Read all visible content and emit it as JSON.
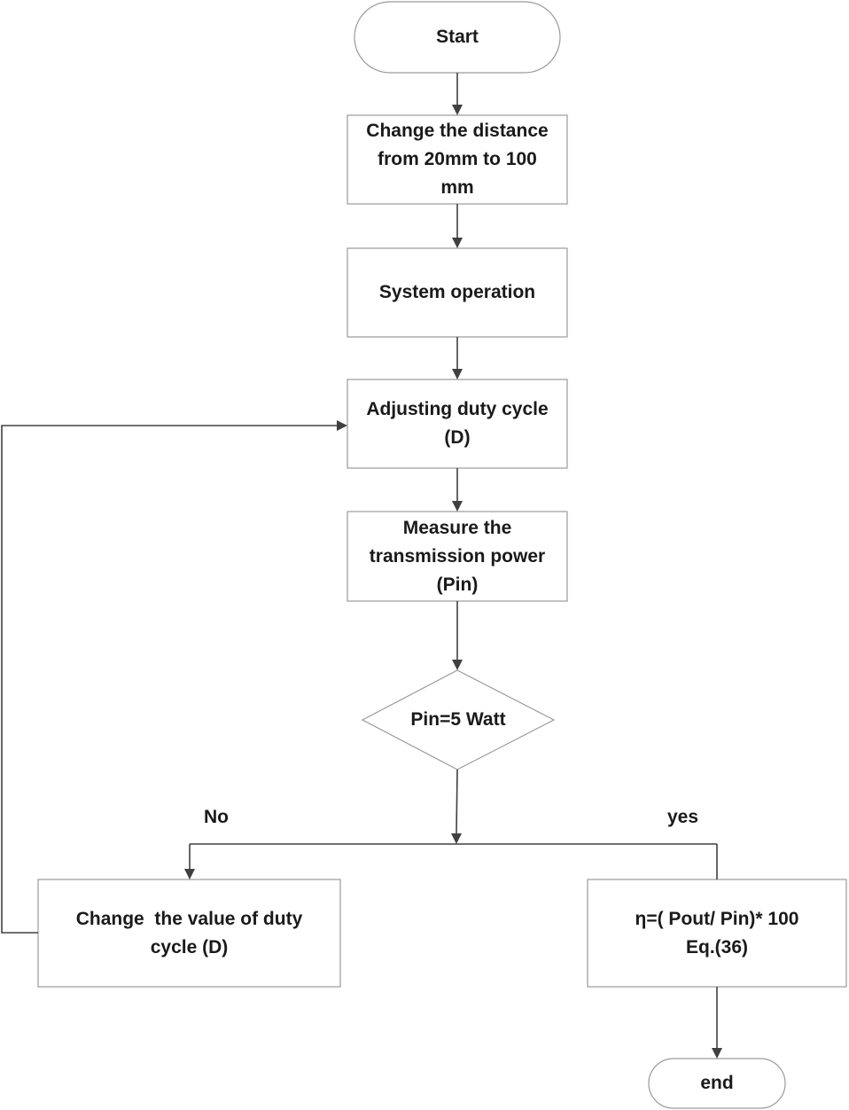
{
  "flowchart": {
    "start": "Start",
    "step_distance": "Change the distance from 20mm to 100 mm",
    "step_operation": "System operation",
    "step_adjust": "Adjusting duty cycle (D)",
    "step_measure": "Measure the transmission power (Pin)",
    "decision": "Pin=5 Watt",
    "branch_no": "No",
    "branch_yes": "yes",
    "step_change_duty": "Change  the value of duty cycle (D)",
    "step_efficiency": "η=( Pout/ Pin)* 100 Eq.(36)",
    "end": "end"
  }
}
